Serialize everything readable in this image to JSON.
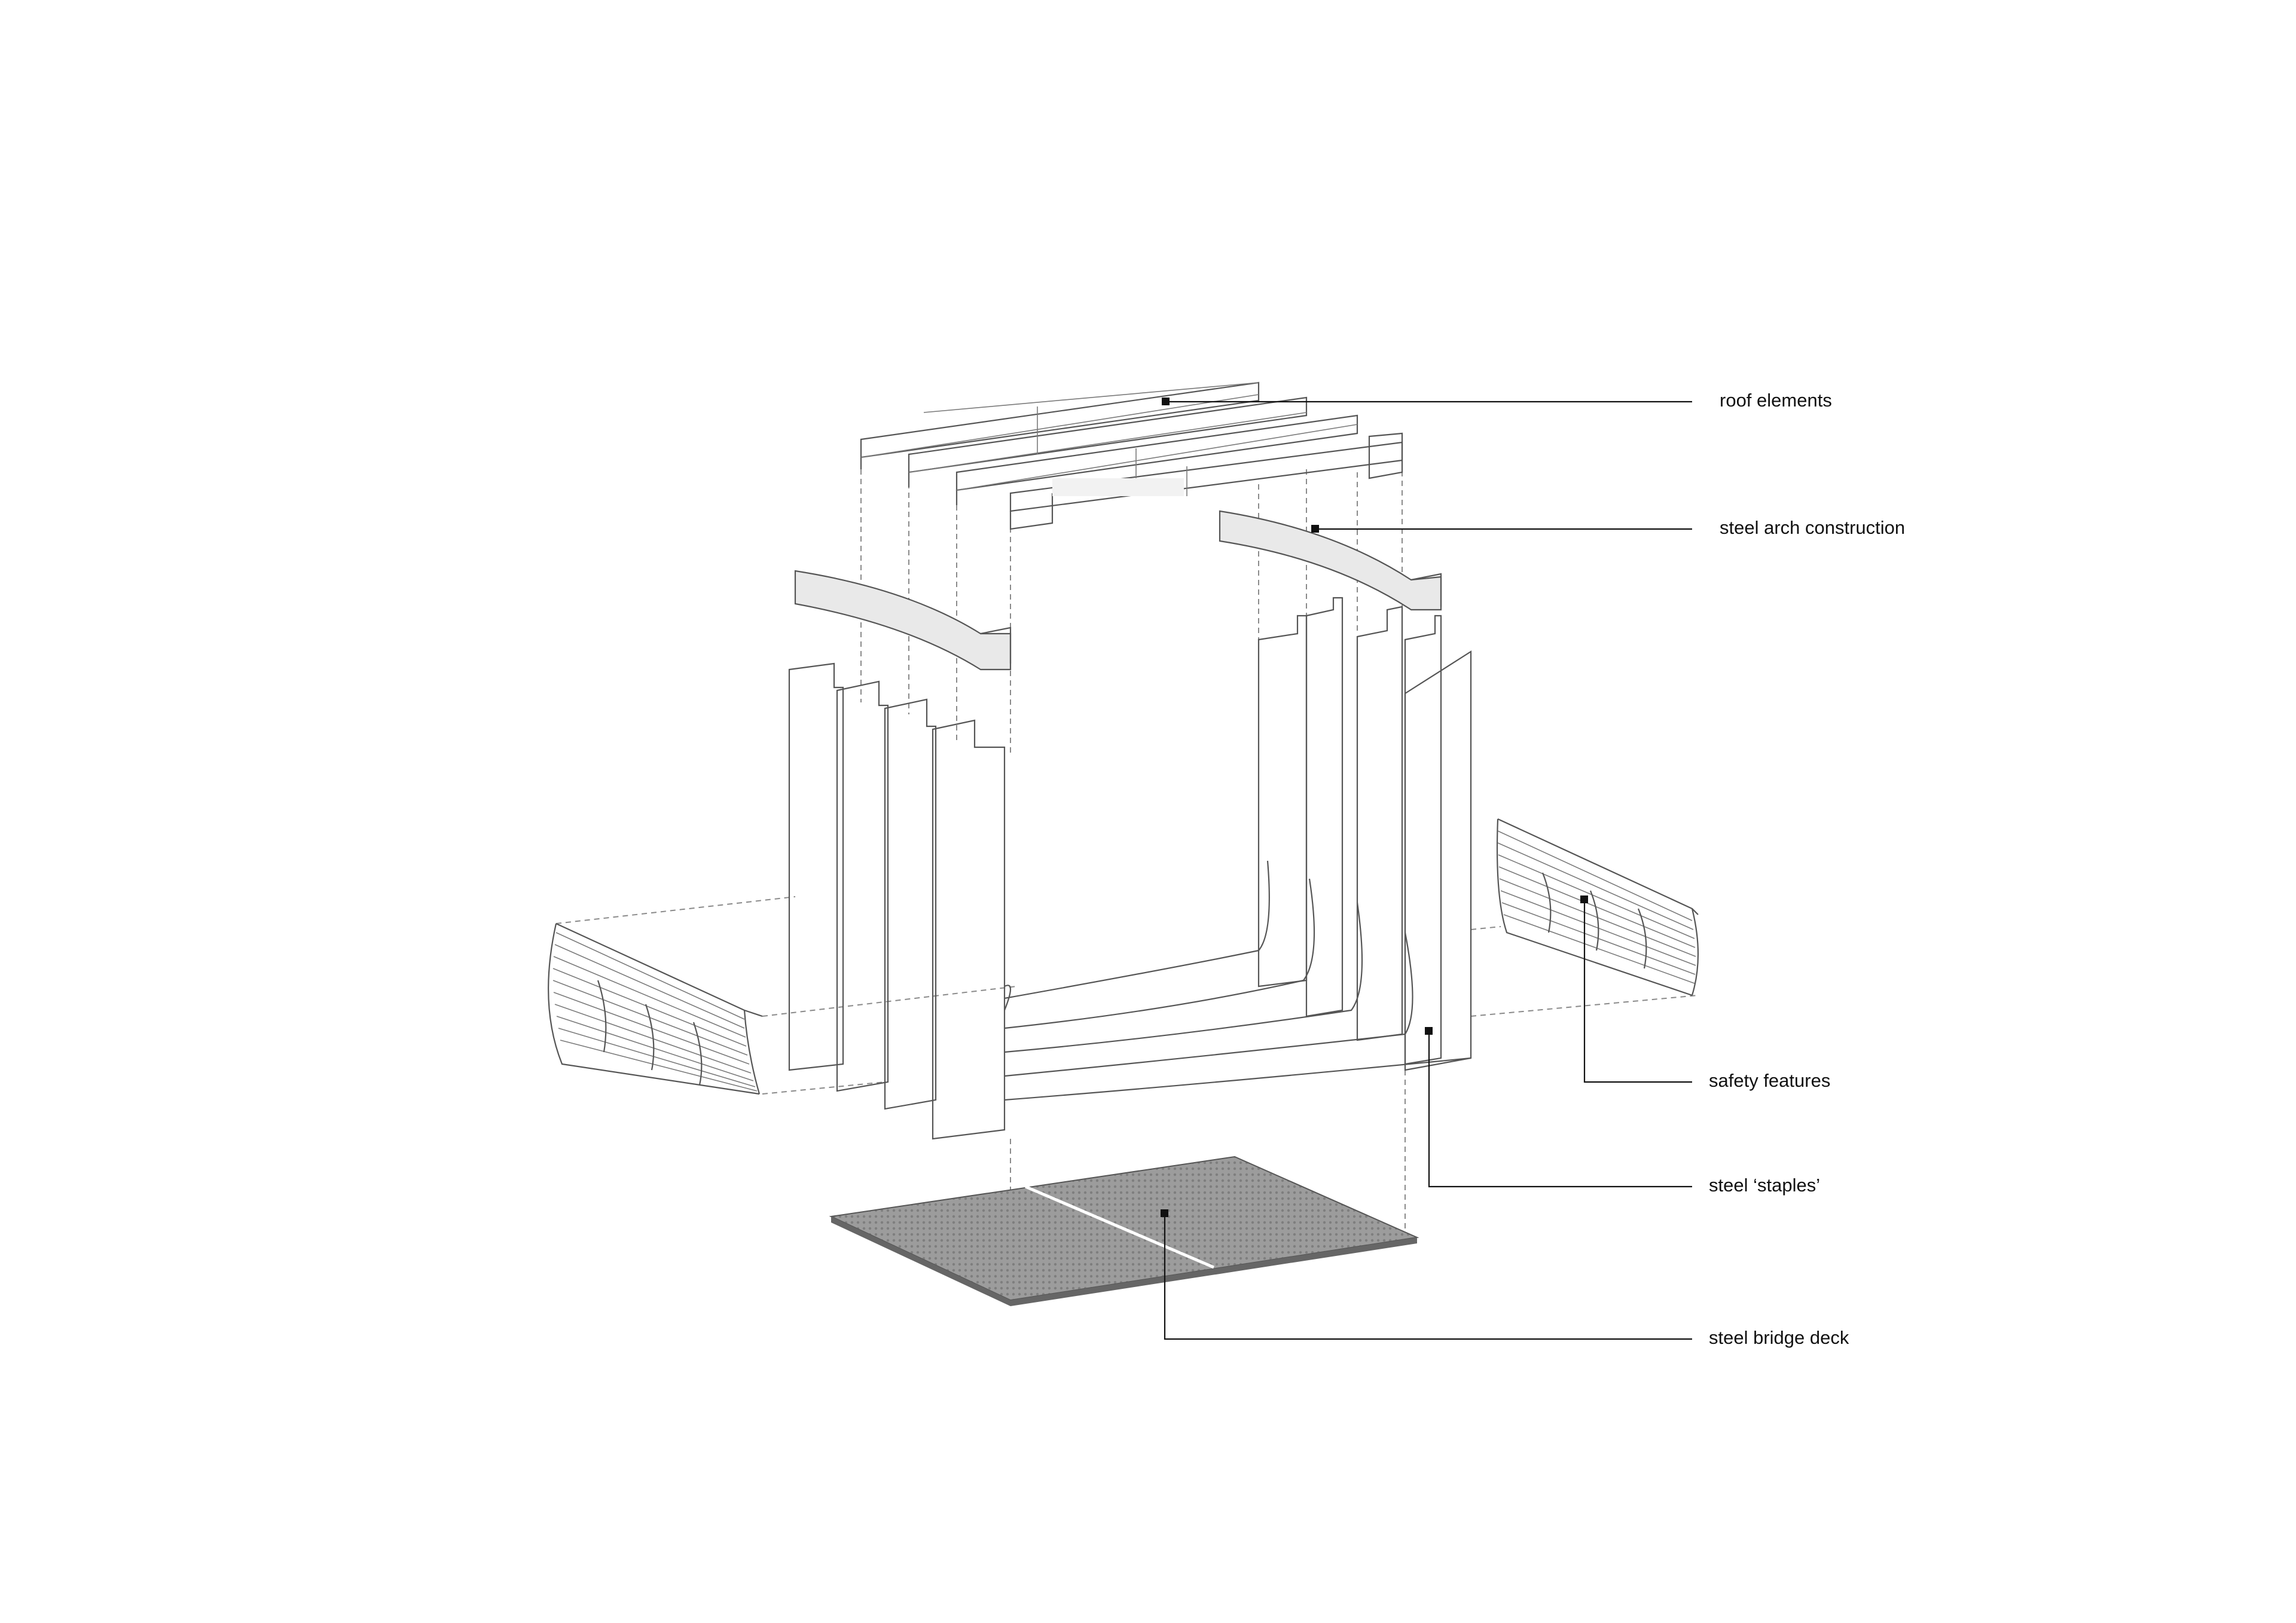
{
  "labels": {
    "roof": "roof elements",
    "arch": "steel arch construction",
    "safety": "safety features",
    "staples": "steel ‘staples’",
    "deck": "steel bridge deck"
  },
  "colors": {
    "line": "#555555",
    "arch_fill": "#e9e9e9",
    "deck_fill": "#9a9a9a",
    "leader": "#111111"
  }
}
